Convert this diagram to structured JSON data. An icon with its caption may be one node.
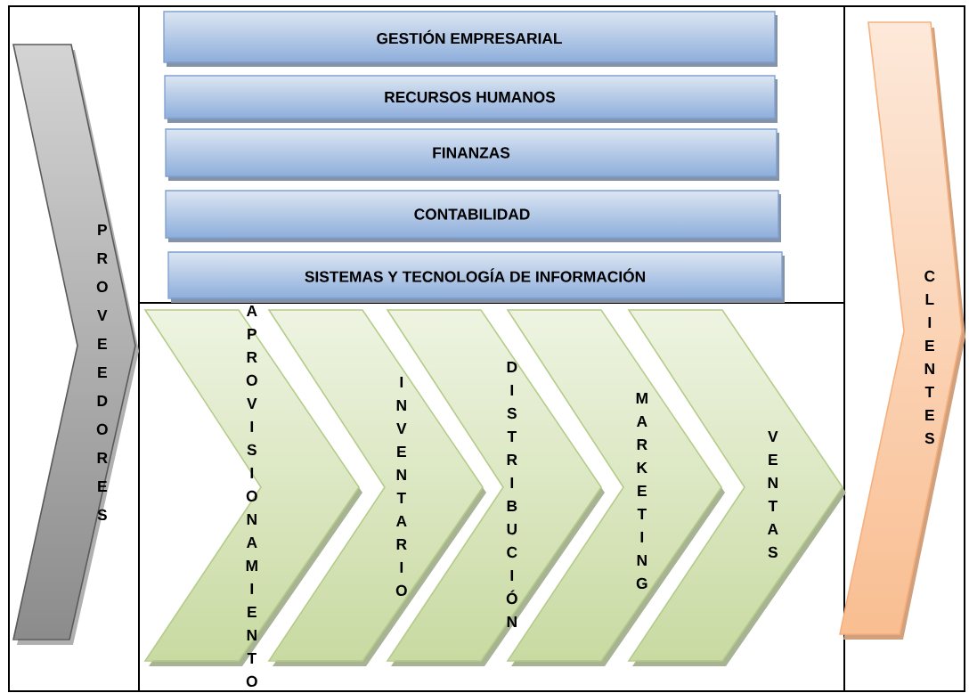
{
  "diagram": {
    "nodes": [
      {
        "text": [
          "GESTIÓN EMPRESARIAL"
        ]
      },
      {
        "text": [
          "RECURSOS HUMANOS"
        ]
      },
      {
        "text": [
          "FINANZAS"
        ]
      },
      {
        "text": [
          "CONTABILIDAD"
        ]
      },
      {
        "text": [
          "SISTEMAS Y TECNOLOGÍA DE INFORMACIÓN"
        ]
      },
      {
        "text": [
          "PROVEEDORES"
        ]
      },
      {
        "text": [
          "APROVISIONAMIENTO"
        ]
      },
      {
        "text": [
          "INVENTARIO"
        ]
      },
      {
        "text": [
          "DISTRIBUCIÓN"
        ]
      },
      {
        "text": [
          "MARKETING"
        ]
      },
      {
        "text": [
          "VENTAS"
        ]
      },
      {
        "text": [
          "CLIENTES"
        ]
      }
    ]
  }
}
